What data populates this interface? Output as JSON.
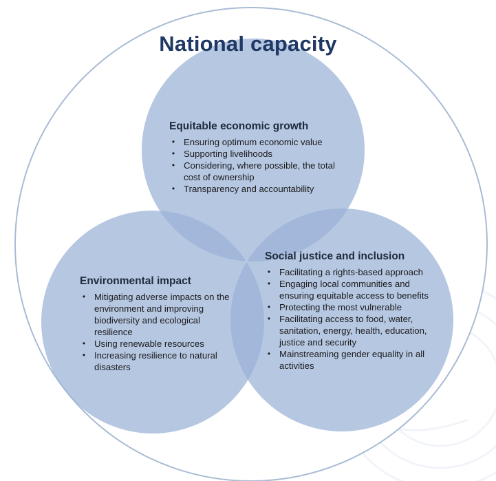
{
  "title": "National capacity",
  "colors": {
    "title": "#1f3864",
    "outer_circle_stroke": "#9fb3cf",
    "circle_fill": "#98b1d6",
    "text": "#1b1b1b"
  },
  "circles": [
    {
      "id": "econ",
      "heading": "Equitable economic growth",
      "items": [
        "Ensuring optimum economic value",
        "Supporting livelihoods",
        "Considering, where possible, the total cost of ownership",
        "Transparency and accountability"
      ]
    },
    {
      "id": "env",
      "heading": "Environmental impact",
      "items": [
        "Mitigating adverse impacts on the environment and improving biodiversity and ecological resilience",
        "Using renewable resources",
        "Increasing resilience to natural disasters"
      ]
    },
    {
      "id": "social",
      "heading": "Social justice and inclusion",
      "items": [
        "Facilitating a rights-based approach",
        "Engaging local communities and ensuring equitable access to benefits",
        "Protecting the most vulnerable",
        "Facilitating access to food, water, sanitation, energy, health, education, justice and security",
        "Mainstreaming gender equality in all activities"
      ]
    }
  ]
}
